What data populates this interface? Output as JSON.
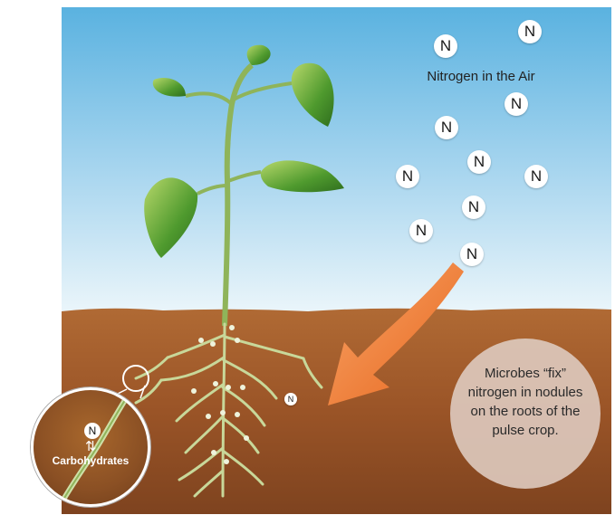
{
  "air": {
    "label": "Nitrogen in the Air",
    "molecule_symbol": "N"
  },
  "soil": {
    "loose_molecule_symbol": "N"
  },
  "callout": {
    "text": "Microbes “fix” nitrogen in nodules on the roots of the pulse crop."
  },
  "inset": {
    "molecule_symbol": "N",
    "exchange_arrows": "⇅",
    "label": "Carbohydrates"
  },
  "colors": {
    "sky_top": "#5ab2e0",
    "sky_bottom": "#e3f1f8",
    "soil": "#9c5a2b",
    "arrow": "#ee7a2b",
    "leaf": "#3f8a2a",
    "stem": "#8fb45a"
  }
}
